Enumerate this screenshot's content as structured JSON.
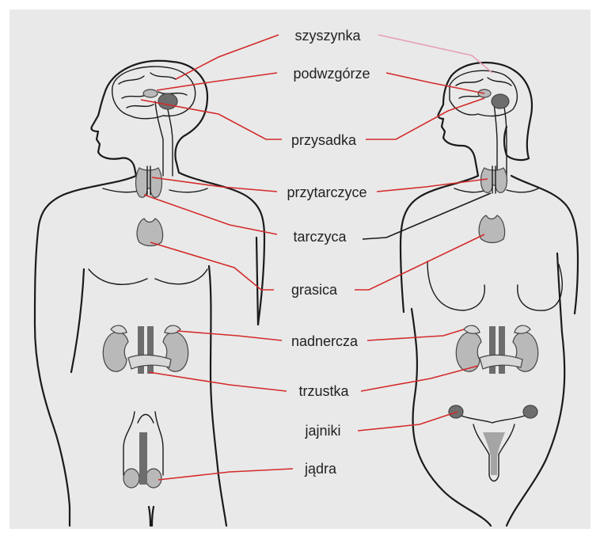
{
  "labels": {
    "szyszynka": "szyszynka",
    "podwzgorze": "podwzgórze",
    "przysadka": "przysadka",
    "przytarczyce": "przytarczyce",
    "tarczyca": "tarczyca",
    "grasica": "grasica",
    "nadnercza": "nadnercza",
    "trzustka": "trzustka",
    "jajniki": "jajniki",
    "jadra": "jądra"
  },
  "colors": {
    "background": "#e9e9e9",
    "outline": "#1a1a1a",
    "leader_red": "#d42a2a",
    "leader_pink": "#e7a0b4",
    "leader_black": "#1a1a1a",
    "organ_gray": "#b9b9b9",
    "organ_dark": "#6d6d6d"
  },
  "figures": [
    "male-figure",
    "female-figure"
  ]
}
